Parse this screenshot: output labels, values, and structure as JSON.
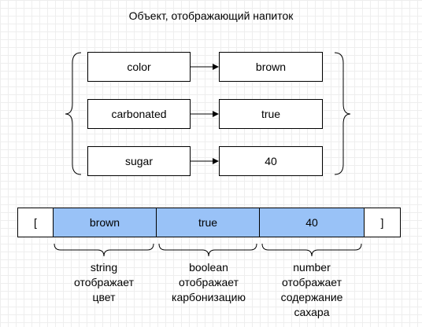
{
  "title": "Объект, отображающий напиток",
  "object_pairs": [
    {
      "key": "color",
      "value": "brown"
    },
    {
      "key": "carbonated",
      "value": "true"
    },
    {
      "key": "sugar",
      "value": "40"
    }
  ],
  "array": {
    "open": "[",
    "close": "]",
    "items": [
      "brown",
      "true",
      "40"
    ],
    "item_fill": "#99c2f7"
  },
  "captions": [
    "string\nотображает\nцвет",
    "boolean\nотображает\nкарбонизацию",
    "number\nотображает\nсодержание\nсахара"
  ]
}
